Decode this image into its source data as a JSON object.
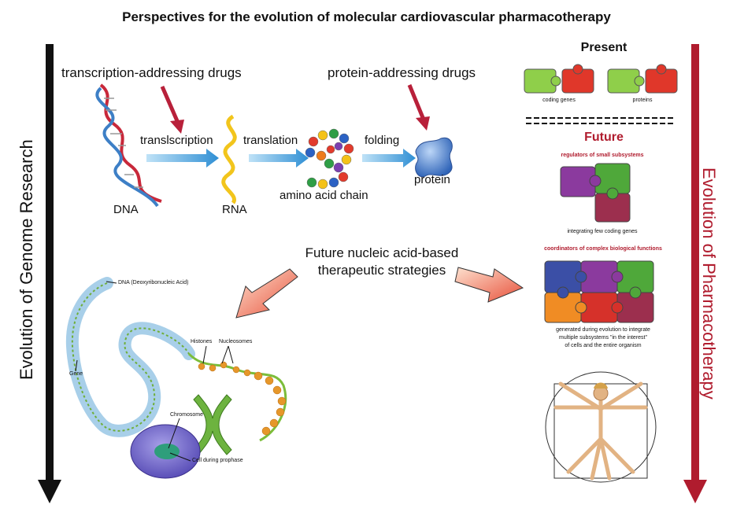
{
  "title": "Perspectives for the evolution of molecular cardiovascular pharmacotherapy",
  "left_axis_label": "Evolution of Genome Research",
  "right_axis_label": "Evolution of Pharmacotherapy",
  "pipeline": {
    "transcription_drugs": "transcription-addressing drugs",
    "protein_drugs": "protein-addressing drugs",
    "step1": "translscription",
    "step2": "translation",
    "step3": "folding",
    "dna": "DNA",
    "rna": "RNA",
    "amino": "amino acid chain",
    "protein": "protein"
  },
  "future_strategies": [
    "Future nucleic acid-based",
    "therapeutic strategies"
  ],
  "chromatin": {
    "dna_full": "DNA (Deoxyribonucleic Acid)",
    "gene": "Gene",
    "histones": "Histones",
    "nucleosomes": "Nucleosomes",
    "chromosome": "Chromosome",
    "cell": "Cell during prophase"
  },
  "right_panel": {
    "present": "Present",
    "coding_genes": "coding genes",
    "proteins": "proteins",
    "future": "Future",
    "regulators": "regulators of small subsystems",
    "integrating": "integrating few coding genes",
    "coordinators": "coordinators of complex biological functions",
    "generated": [
      "generated during evolution to integrate",
      "multiple subsystems \"in the interest\"",
      "of cells and the entire organism"
    ]
  },
  "colors": {
    "left_arrow": "#111111",
    "right_arrow": "#b01c2e",
    "pink_arrows": "#b8203a",
    "blue_arrows": "#3a9ad9",
    "red_text": "#b01c2e"
  }
}
